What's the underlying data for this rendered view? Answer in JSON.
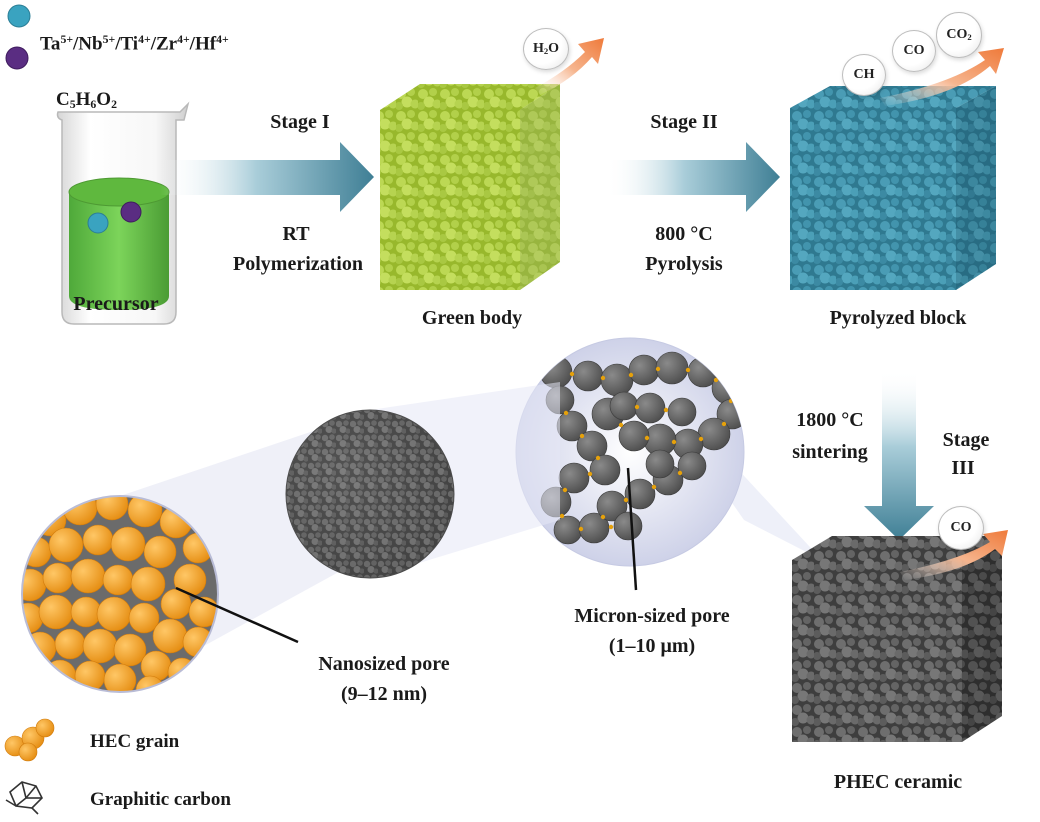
{
  "colors": {
    "ion_blue": "#3aa3c0",
    "ion_purple": "#5a2d82",
    "precursor_green": "#6cc24a",
    "green_body": "#a8c73a",
    "pyrolyzed_blue": "#3f8fa8",
    "ceramic_gray": "#5c5c5c",
    "hec_orange": "#f2a12c",
    "arrow_teal": "#3f7f95",
    "gas_arrow_orange": "#ef7a3a"
  },
  "ions": {
    "label": "Ta5+/Nb5+/Ti4+/Zr4+/Hf4+",
    "formula_text": "C5H6O2"
  },
  "stages": {
    "precursor_label": "Precursor",
    "green_body_label": "Green body",
    "pyrolyzed_label": "Pyrolyzed block",
    "ceramic_label": "PHEC ceramic",
    "stage1": {
      "title": "Stage I",
      "condition": "RT",
      "process": "Polymerization"
    },
    "stage2": {
      "title": "Stage II",
      "condition": "800 °C",
      "process": "Pyrolysis"
    },
    "stage3": {
      "title_line1": "Stage",
      "title_line2": "III",
      "condition_line1": "1800 °C",
      "condition_line2": "sintering"
    }
  },
  "gases": {
    "stage1": [
      "H2O"
    ],
    "stage2": [
      "CH",
      "CO",
      "CO2"
    ],
    "stage3": [
      "CO"
    ]
  },
  "pores": {
    "nano_line1": "Nanosized pore",
    "nano_line2": "(9–12 nm)",
    "micron_line1": "Micron-sized pore",
    "micron_line2": "(1–10 μm)"
  },
  "legend": {
    "hec": "HEC grain",
    "carbon": "Graphitic carbon"
  }
}
